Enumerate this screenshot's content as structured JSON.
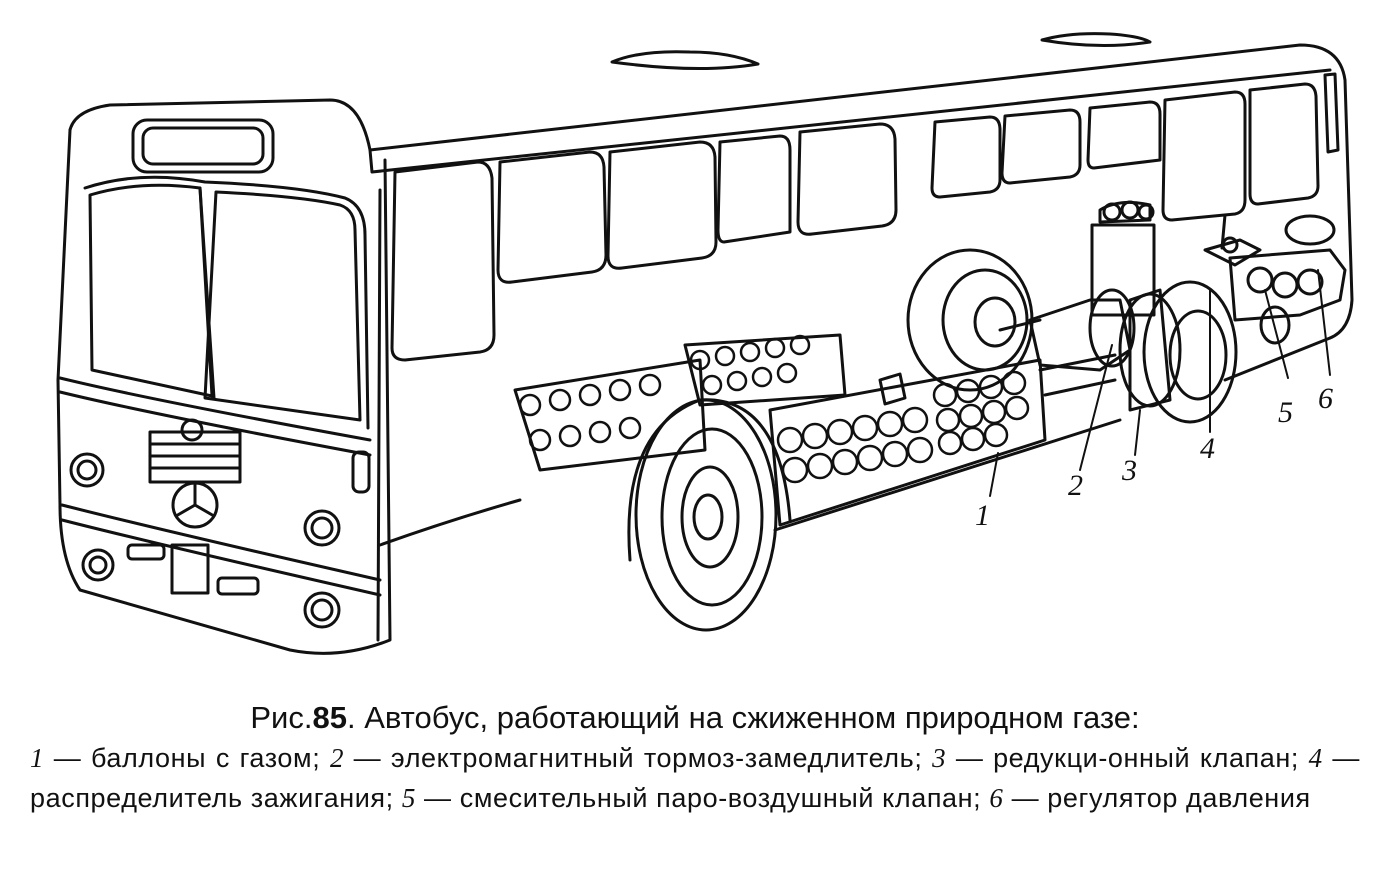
{
  "caption": {
    "prefix": "Рис.",
    "number": "85",
    "title": ". Автобус, работающий на сжиженном природном газе:",
    "items": [
      {
        "num": "1",
        "text": " — баллоны с газом; "
      },
      {
        "num": "2",
        "text": " — электромагнитный тормоз-замедлитель; "
      },
      {
        "num": "3",
        "text": " — редукци-онный клапан; "
      },
      {
        "num": "4",
        "text": " — распределитель зажигания; "
      },
      {
        "num": "5",
        "text": " — смесительный паро-воздушный клапан; "
      },
      {
        "num": "6",
        "text": " — регулятор давления"
      }
    ]
  },
  "callouts": [
    "1",
    "2",
    "3",
    "4",
    "5",
    "6"
  ]
}
